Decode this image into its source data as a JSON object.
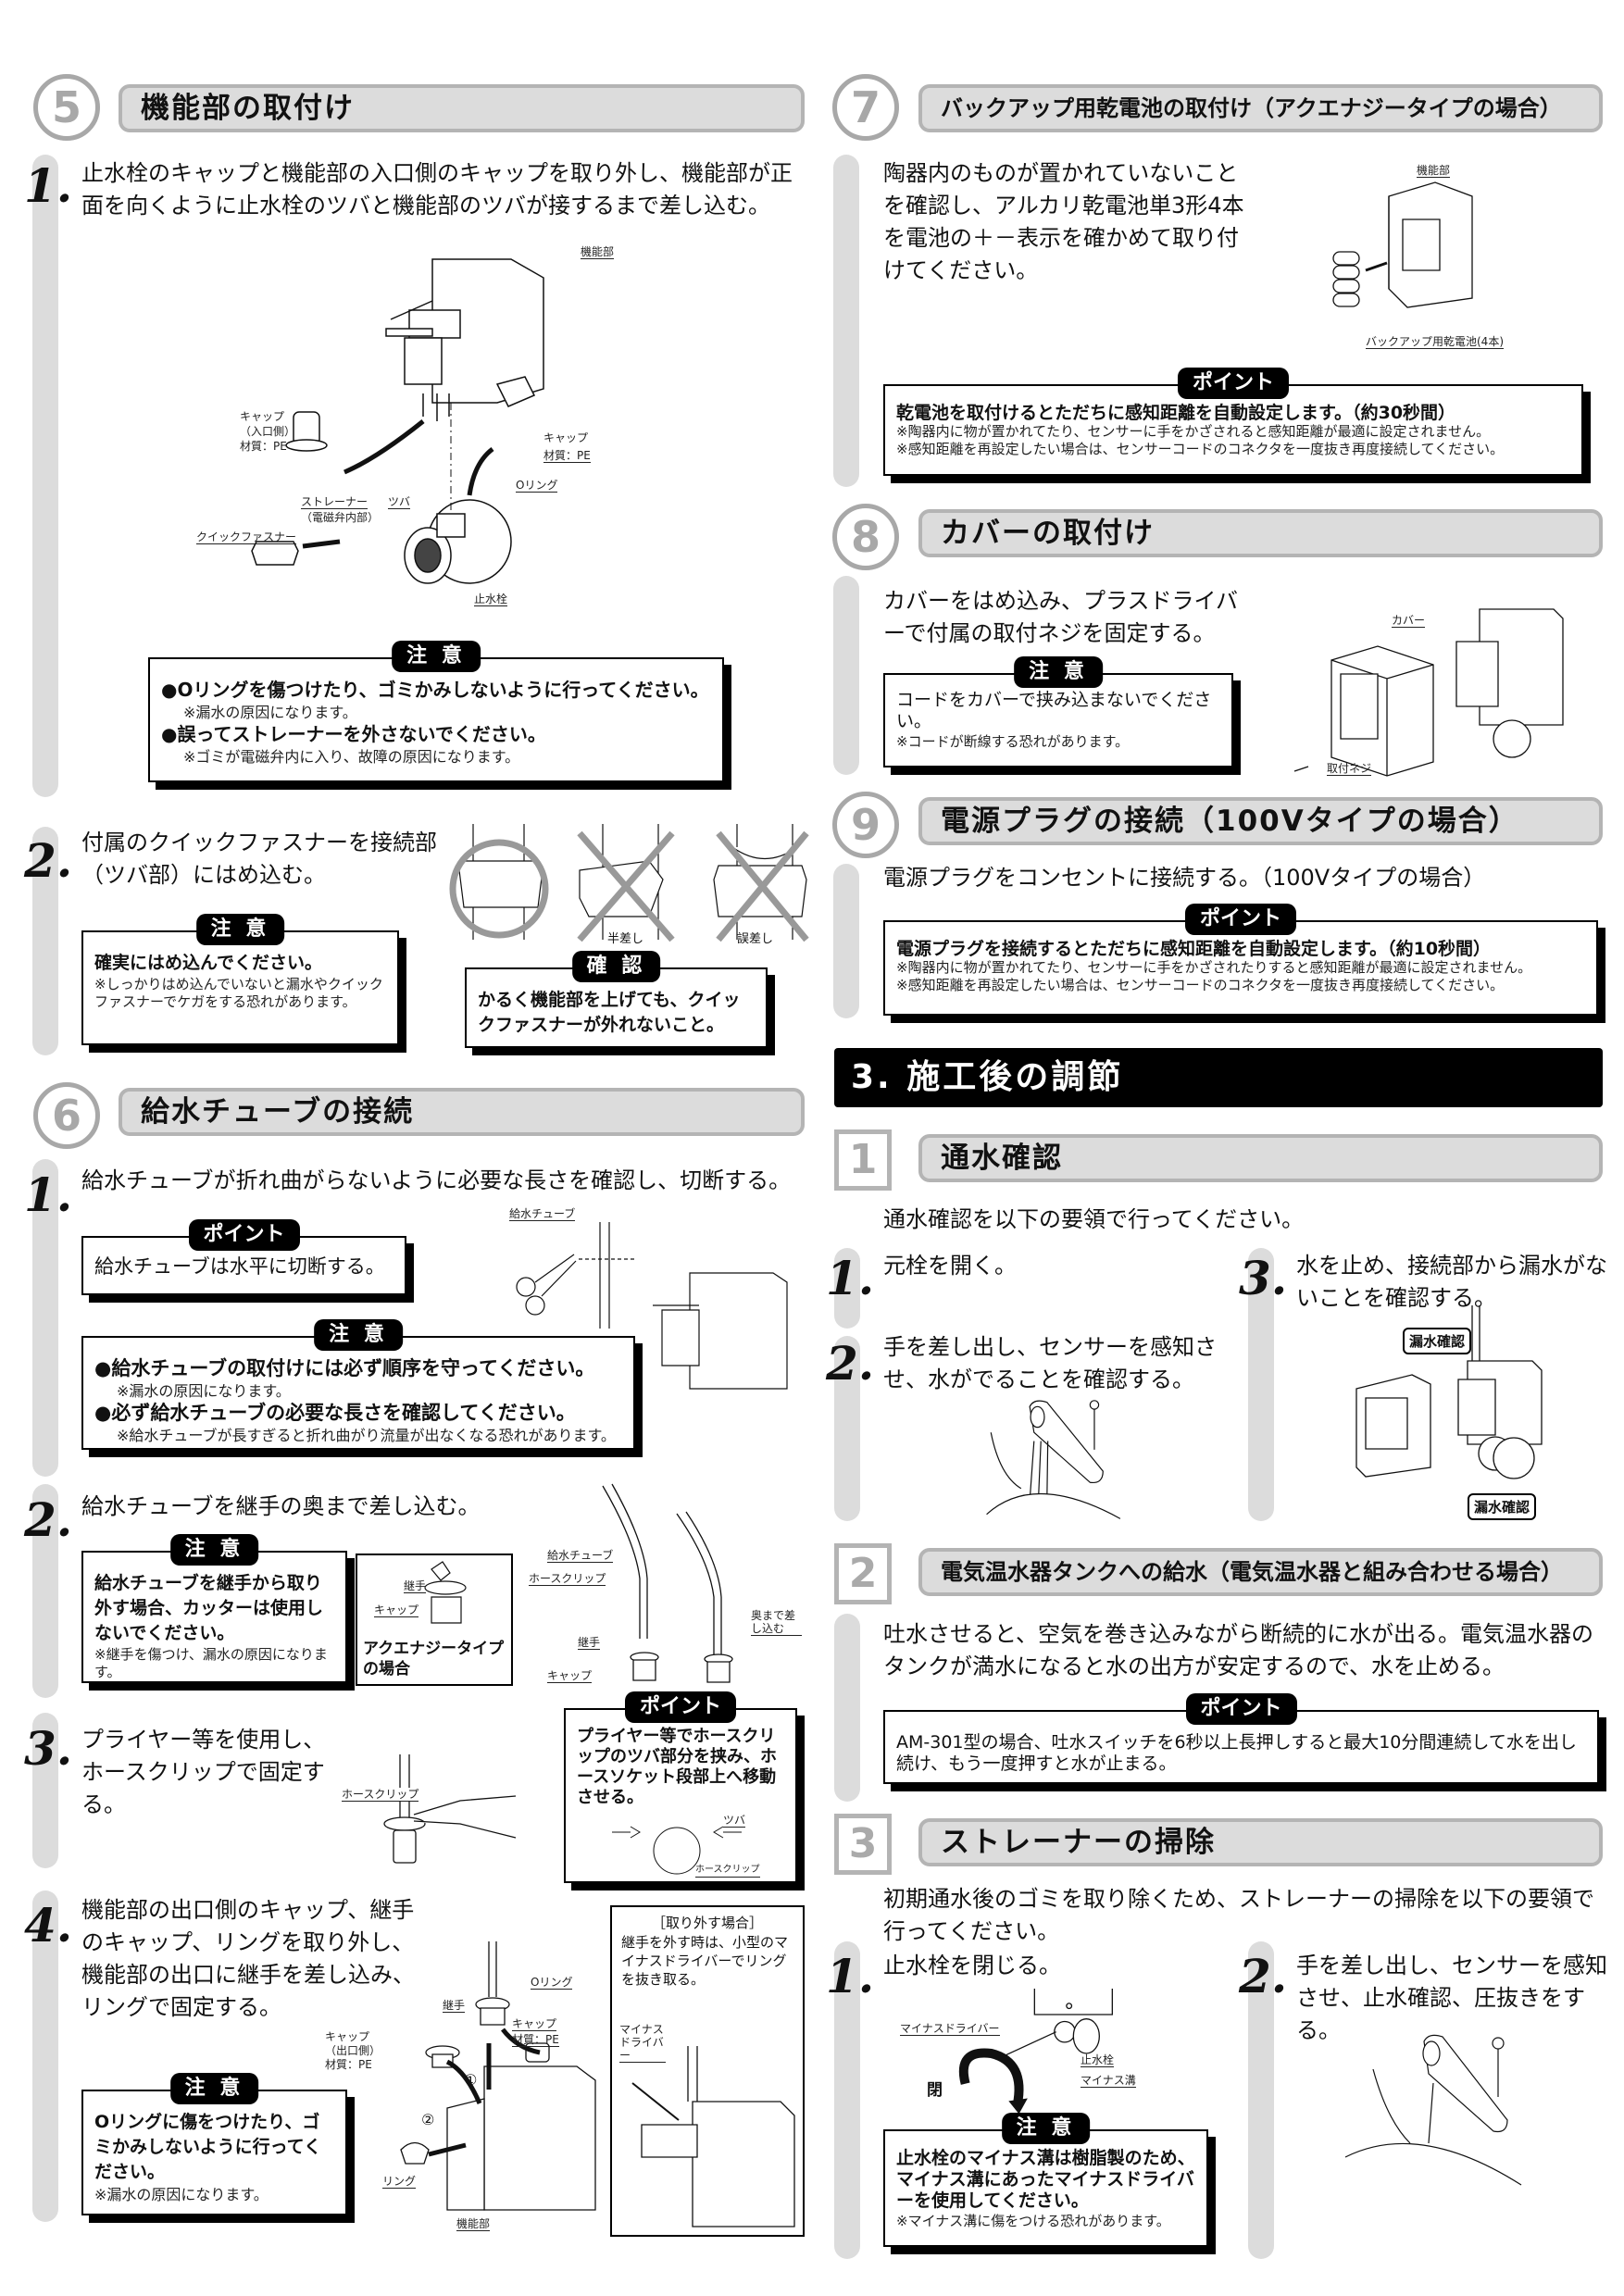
{
  "s5": {
    "num": "5",
    "title": "機能部の取付け",
    "step1": {
      "num": "1.",
      "text": "止水栓のキャップと機能部の入口側のキャップを取り外し、機能部が正面を向くように止水栓のツバと機能部のツバが接するまで差し込む。",
      "labels": {
        "unit": "機能部",
        "cap_in": "キャップ",
        "cap_in_sub": "（入口側）",
        "material": "材質：PE",
        "cap": "キャップ",
        "material2": "材質：PE",
        "oring": "Oリング",
        "strainer": "ストレーナー",
        "strainer_sub": "（電磁弁内部）",
        "flange": "ツバ",
        "fastener": "クイックファスナー",
        "valve": "止水栓"
      },
      "caution": {
        "tag": "注 意",
        "items": [
          {
            "main": "●Oリングを傷つけたり、ゴミかみしないように行ってください。",
            "note": "※漏水の原因になります。"
          },
          {
            "main": "●誤ってストレーナーを外さないでください。",
            "note": "※ゴミが電磁弁内に入り、故障の原因になります。"
          }
        ]
      }
    },
    "step2": {
      "num": "2.",
      "text": "付属のクイックファスナーを接続部（ツバ部）にはめ込む。",
      "labels": {
        "half": "半差し",
        "wrong": "誤差し"
      },
      "caution": {
        "tag": "注 意",
        "main": "確実にはめ込んでください。",
        "note": "※しっかりはめ込んでいないと漏水やクイックファスナーでケガをする恐れがあります。"
      },
      "confirm": {
        "tag": "確 認",
        "main": "かるく機能部を上げても、クイックファスナーが外れないこと。"
      }
    }
  },
  "s6": {
    "num": "6",
    "title": "給水チューブの接続",
    "step1": {
      "num": "1.",
      "text": "給水チューブが折れ曲がらないように必要な長さを確認し、切断する。",
      "labels": {
        "tube": "給水チューブ"
      },
      "point": {
        "tag": "ポイント",
        "main": "給水チューブは水平に切断する。"
      },
      "caution": {
        "tag": "注 意",
        "items": [
          {
            "main": "●給水チューブの取付けには必ず順序を守ってください。",
            "note": "※漏水の原因になります。"
          },
          {
            "main": "●必ず給水チューブの必要な長さを確認してください。",
            "note": "※給水チューブが長すぎると折れ曲がり流量が出なくなる恐れがあります。"
          }
        ]
      }
    },
    "step2": {
      "num": "2.",
      "text": "給水チューブを継手の奥まで差し込む。",
      "caution": {
        "tag": "注 意",
        "main": "給水チューブを継手から取り外す場合、カッターは使用しないでください。",
        "note": "※継手を傷つけ、漏水の原因になります。"
      },
      "aqua": {
        "joint": "継手",
        "cap": "キャップ",
        "caption": "アクエナジータイプの場合"
      },
      "labels": {
        "tube": "給水チューブ",
        "clip": "ホースクリップ",
        "joint": "継手",
        "cap": "キャップ",
        "deep": "奥まで差し込む"
      }
    },
    "step3": {
      "num": "3.",
      "text": "プライヤー等を使用し、ホースクリップで固定する。",
      "labels": {
        "clip": "ホースクリップ"
      },
      "point": {
        "tag": "ポイント",
        "main": "プライヤー等でホースクリップのツバ部分を挟み、ホースソケット段部上へ移動させる。",
        "flange": "ツバ",
        "clip": "ホースクリップ"
      }
    },
    "step4": {
      "num": "4.",
      "text": "機能部の出口側のキャップ、継手のキャップ、リングを取り外し、機能部の出口に継手を差し込み、リングで固定する。",
      "labels": {
        "oring": "Oリング",
        "joint": "継手",
        "cap": "キャップ",
        "material": "材質：PE",
        "cap_out": "キャップ",
        "cap_out_sub": "（出口側）",
        "material2": "材質：PE",
        "one": "①",
        "two": "②",
        "ring": "リング",
        "unit": "機能部"
      },
      "caution": {
        "tag": "注 意",
        "main": "Oリングに傷をつけたり、ゴミかみしないように行ってください。",
        "note": "※漏水の原因になります。"
      },
      "remove": {
        "title": "［取り外す場合］",
        "text": "継手を外す時は、小型のマイナスドライバーでリングを抜き取る。",
        "driver": "マイナスドライバー"
      }
    }
  },
  "s7": {
    "num": "7",
    "title": "バックアップ用乾電池の取付け（アクエナジータイプの場合）",
    "text": "陶器内のものが置かれていないことを確認し、アルカリ乾電池単3形4本を電池の＋－表示を確かめて取り付けてください。",
    "labels": {
      "unit": "機能部",
      "battery": "バックアップ用乾電池(4本)"
    },
    "point": {
      "tag": "ポイント",
      "main": "乾電池を取付けるとただちに感知距離を自動設定します。（約30秒間）",
      "notes": [
        "※陶器内に物が置かれてたり、センサーに手をかざされると感知距離が最適に設定されません。",
        "※感知距離を再設定したい場合は、センサーコードのコネクタを一度抜き再度接続してください。"
      ]
    }
  },
  "s8": {
    "num": "8",
    "title": "カバーの取付け",
    "text": "カバーをはめ込み、プラスドライバーで付属の取付ネジを固定する。",
    "labels": {
      "cover": "カバー",
      "screw": "取付ネジ"
    },
    "caution": {
      "tag": "注 意",
      "main": "コードをカバーで挟み込まないでください。",
      "note": "※コードが断線する恐れがあります。"
    }
  },
  "s9": {
    "num": "9",
    "title": "電源プラグの接続（100Vタイプの場合）",
    "text": "電源プラグをコンセントに接続する。（100Vタイプの場合）",
    "point": {
      "tag": "ポイント",
      "main": "電源プラグを接続するとただちに感知距離を自動設定します。（約10秒間）",
      "notes": [
        "※陶器内に物が置かれてたり、センサーに手をかざされたりすると感知距離が最適に設定されません。",
        "※感知距離を再設定したい場合は、センサーコードのコネクタを一度抜き再度接続してください。"
      ]
    }
  },
  "after": {
    "title": "3. 施工後の調節",
    "sub1": {
      "num": "1",
      "title": "通水確認",
      "intro": "通水確認を以下の要領で行ってください。",
      "steps": [
        {
          "num": "1.",
          "text": "元栓を開く。"
        },
        {
          "num": "2.",
          "text": "手を差し出し、センサーを感知させ、水がでることを確認する。"
        },
        {
          "num": "3.",
          "text": "水を止め、接続部から漏水がないことを確認する。"
        }
      ],
      "leak_label": "漏水確認"
    },
    "sub2": {
      "num": "2",
      "title": "電気温水器タンクへの給水（電気温水器と組み合わせる場合）",
      "text": "吐水させると、空気を巻き込みながら断続的に水が出る。電気温水器のタンクが満水になると水の出方が安定するので、水を止める。",
      "point": {
        "tag": "ポイント",
        "main": "AM-301型の場合、吐水スイッチを6秒以上長押しすると最大10分間連続して水を出し続け、もう一度押すと水が止まる。"
      }
    },
    "sub3": {
      "num": "3",
      "title": "ストレーナーの掃除",
      "intro": "初期通水後のゴミを取り除くため、ストレーナーの掃除を以下の要領で行ってください。",
      "steps": [
        {
          "num": "1.",
          "text": "止水栓を閉じる。"
        },
        {
          "num": "2.",
          "text": "手を差し出し、センサーを感知させ、止水確認、圧抜きをする。"
        }
      ],
      "labels": {
        "driver": "マイナスドライバー",
        "valve": "止水栓",
        "groove": "マイナス溝",
        "close": "閉"
      },
      "caution": {
        "tag": "注 意",
        "main": "止水栓のマイナス溝は樹脂製のため、マイナス溝にあったマイナスドライバーを使用してください。",
        "note": "※マイナス溝に傷をつける恐れがあります。"
      }
    }
  },
  "colors": {
    "header_bg": "#dcdcdc",
    "header_border": "#b4b4b4",
    "circle": "#a8a8a8",
    "tag_bg": "#000000"
  }
}
